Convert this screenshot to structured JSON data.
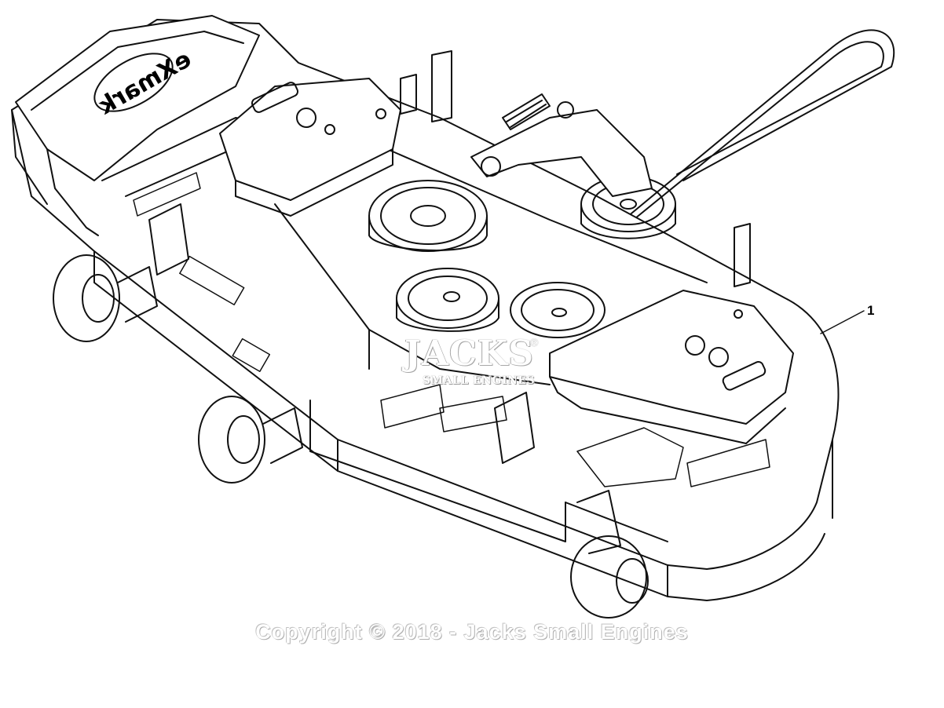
{
  "diagram": {
    "callouts": [
      {
        "label": "1"
      }
    ],
    "brand_logo_text": "eXmark",
    "watermark": {
      "main": "JACKS",
      "sub": "SMALL ENGINES",
      "reg": "®"
    },
    "copyright": "Copyright © 2018 - Jacks Small Engines"
  },
  "colors": {
    "line": "#111111",
    "background": "#ffffff",
    "watermark": "#aaaaaa"
  }
}
